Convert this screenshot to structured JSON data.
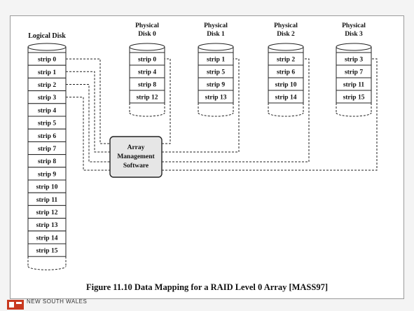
{
  "logical_disk": {
    "label": "Logical Disk",
    "strips": [
      "strip 0",
      "strip 1",
      "strip 2",
      "strip 3",
      "strip 4",
      "strip 5",
      "strip 6",
      "strip 7",
      "strip 8",
      "strip 9",
      "strip 10",
      "strip 11",
      "strip 12",
      "strip 13",
      "strip 14",
      "strip 15"
    ]
  },
  "physical_disks": [
    {
      "label": [
        "Physical",
        "Disk 0"
      ],
      "strips": [
        "strip 0",
        "strip 4",
        "strip 8",
        "strip 12"
      ]
    },
    {
      "label": [
        "Physical",
        "Disk 1"
      ],
      "strips": [
        "strip 1",
        "strip 5",
        "strip 9",
        "strip 13"
      ]
    },
    {
      "label": [
        "Physical",
        "Disk 2"
      ],
      "strips": [
        "strip 2",
        "strip 6",
        "strip 10",
        "strip 14"
      ]
    },
    {
      "label": [
        "Physical",
        "Disk 3"
      ],
      "strips": [
        "strip 3",
        "strip 7",
        "strip 11",
        "strip 15"
      ]
    }
  ],
  "software_box": {
    "lines": [
      "Array",
      "Management",
      "Software"
    ]
  },
  "caption": "Figure 11.10  Data Mapping for a RAID Level 0 Array [MASS97]",
  "footer": {
    "text": "NEW SOUTH WALES"
  },
  "colors": {
    "line": "#222222",
    "box_fill": "#e6e6e6",
    "logo_red": "#c8391f"
  }
}
